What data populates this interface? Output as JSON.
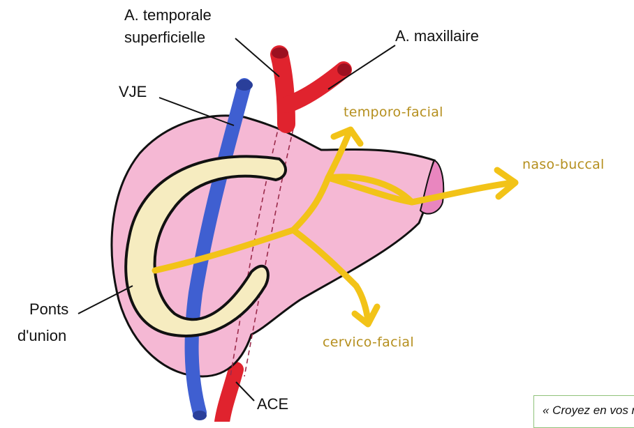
{
  "labels": {
    "temporale_line1": "A. temporale",
    "temporale_line2": "superficielle",
    "maxillaire": "A. maxillaire",
    "vje": "VJE",
    "ponts_line1": "Ponts",
    "ponts_line2": "d'union",
    "ace": "ACE"
  },
  "branches": {
    "temporo_facial": "temporo-facial",
    "naso_buccal": "naso-buccal",
    "cervico_facial": "cervico-facial"
  },
  "quote": {
    "text": "« Croyez en vos rêves et ils"
  },
  "colors": {
    "gland": "#f5b8d4",
    "duct_end": "#e986bf",
    "cartilage": "#f6ecc0",
    "vein": "#3f5fd1",
    "artery": "#e0232e",
    "nerve": "#f2c318",
    "branch_text": "#b58f1e",
    "quote_border": "#8fc27a"
  }
}
